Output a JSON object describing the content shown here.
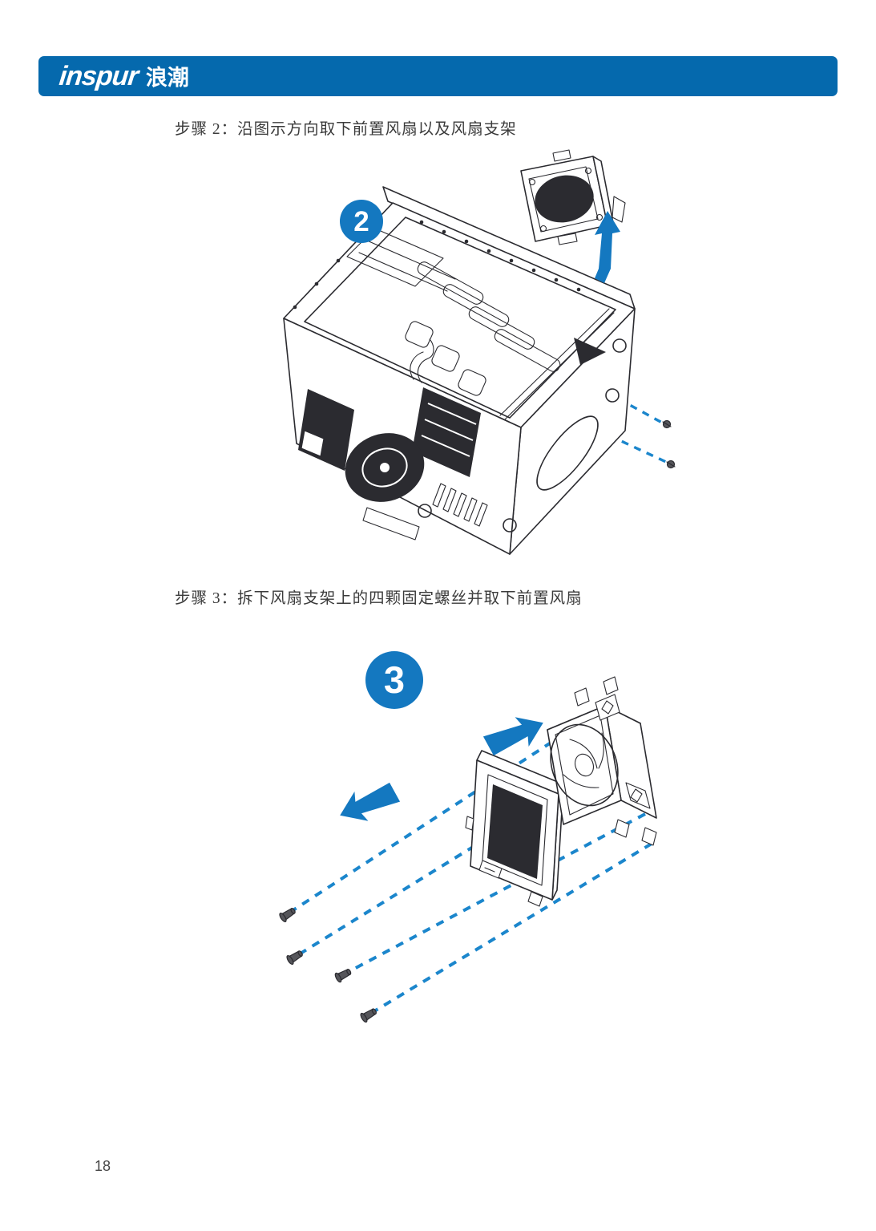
{
  "page": {
    "background": "#ffffff",
    "page_number": "18"
  },
  "header": {
    "background_color": "#0569ad",
    "logo_latin": "inspur",
    "logo_cjk": "浪潮"
  },
  "colors": {
    "header_blue": "#0569ad",
    "accent_blue": "#1478c0",
    "dash_blue": "#1b86cc",
    "line_art": "#2b2b30",
    "text": "#3b3b3b"
  },
  "steps": [
    {
      "heading": "步骤 2：沿图示方向取下前置风扇以及风扇支架",
      "badge": "2"
    },
    {
      "heading": "步骤 3：拆下风扇支架上的四颗固定螺丝并取下前置风扇",
      "badge": "3"
    }
  ]
}
